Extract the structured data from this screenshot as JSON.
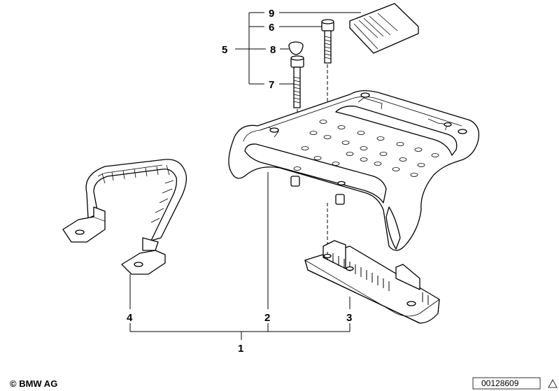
{
  "callouts": {
    "c1": "1",
    "c2": "2",
    "c3": "3",
    "c4": "4",
    "c5": "5",
    "c6": "6",
    "c7": "7",
    "c8": "8",
    "c9": "9"
  },
  "footer": {
    "copyright": "© BMW AG",
    "diagram_id": "00128609"
  }
}
